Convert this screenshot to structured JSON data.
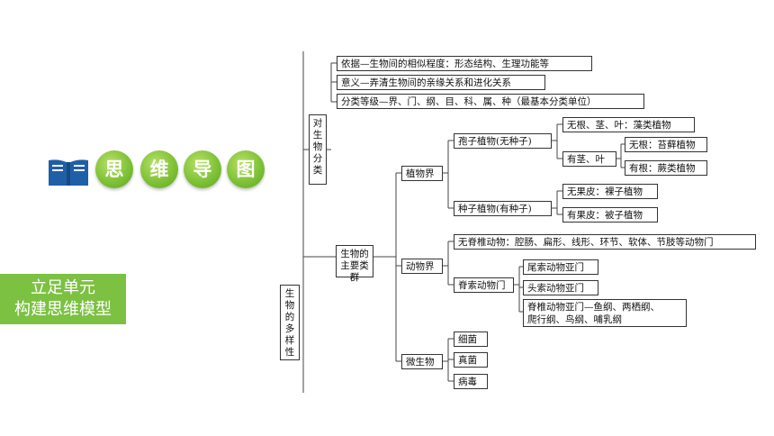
{
  "header": {
    "book_icon": "book-icon",
    "badges": [
      "思",
      "维",
      "导",
      "图"
    ]
  },
  "section_label": {
    "line1": "立足单元",
    "line2": "构建思维模型"
  },
  "mindmap": {
    "root": "生物的多样性",
    "classify": "对生物分类",
    "classify_items": [
      "依据—生物间的相似程度：形态结构、生理功能等",
      "意义—弄清生物间的亲缘关系和进化关系",
      "分类等级—界、门、纲、目、科、属、种（最基本分类单位）"
    ],
    "groups": "生物的主要类群",
    "plant": "植物界",
    "spore_plant": "孢子植物(无种子)",
    "no_root_stem_leaf": "无根、茎、叶：藻类植物",
    "has_stem_leaf": "有茎、叶",
    "no_root": "无根：苔藓植物",
    "has_root": "有根：蕨类植物",
    "seed_plant": "种子植物(有种子)",
    "no_pericarp": "无果皮：裸子植物",
    "has_pericarp": "有果皮：被子植物",
    "animal": "动物界",
    "invertebrate": "无脊椎动物：腔肠、扁形、线形、环节、软体、节肢等动物门",
    "chordate": "脊索动物门",
    "urochordate": "尾索动物亚门",
    "cephalochordate": "头索动物亚门",
    "vertebrate_line1": "脊椎动物亚门—鱼纲、两栖纲、",
    "vertebrate_line2": "爬行纲、鸟纲、哺乳纲",
    "microbe": "微生物",
    "bacteria": "细菌",
    "fungi": "真菌",
    "virus": "病毒"
  }
}
